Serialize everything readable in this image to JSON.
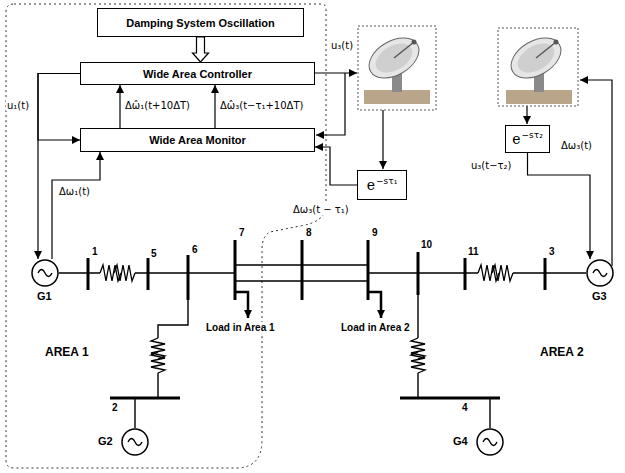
{
  "diagram": {
    "nodes": [
      {
        "text": [
          "Damping System Oscillation"
        ]
      },
      {
        "text": [
          "Wide Area Controller"
        ]
      },
      {
        "text": [
          "Wide Area Monitor"
        ]
      },
      {
        "text": [
          "e",
          "−sτ₁"
        ]
      },
      {
        "text": [
          "e",
          "−sτ₂"
        ]
      },
      {
        "text": [
          "G1"
        ]
      },
      {
        "text": [
          "G3"
        ]
      },
      {
        "text": [
          "G2"
        ]
      },
      {
        "text": [
          "G4"
        ]
      }
    ],
    "edges": [
      {
        "from": 0,
        "to": 1,
        "arrow": "to"
      },
      {
        "from": 1,
        "to": 5,
        "arrow": "to",
        "label": "u₁(t)"
      },
      {
        "from": 1,
        "to": 2,
        "arrow": "to"
      },
      {
        "from": 2,
        "to": 1,
        "arrow": "to",
        "label": "Δω̂₁(t+10ΔT)"
      },
      {
        "from": 2,
        "to": 1,
        "arrow": "to",
        "label": "Δω̂₃(t−τ₁+10ΔT)"
      },
      {
        "from": 5,
        "to": 2,
        "arrow": "to",
        "label": "Δω₁(t)"
      },
      {
        "from": 3,
        "to": 2,
        "arrow": "to",
        "label": "Δω₃(t − τ₁)"
      },
      {
        "from": 4,
        "to": 6,
        "arrow": "to",
        "label": "u₃(t−τ₂)"
      }
    ],
    "labels": [
      "u₃(t)",
      "Δω₃(t)",
      "1",
      "5",
      "6",
      "7",
      "8",
      "9",
      "10",
      "11",
      "3",
      "2",
      "4",
      "Load in Area 1",
      "Load in Area 2",
      "AREA 1",
      "AREA 2"
    ]
  }
}
